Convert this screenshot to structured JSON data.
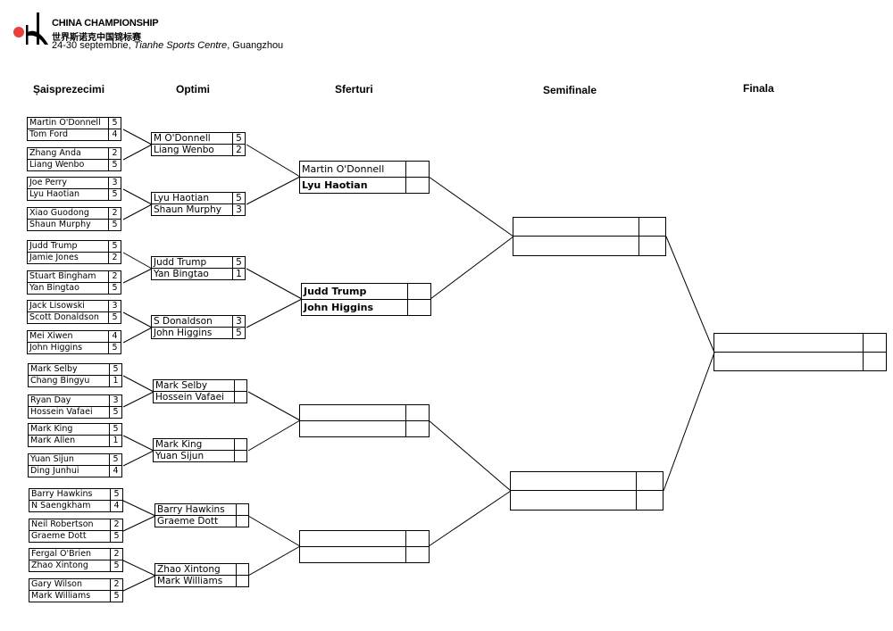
{
  "header": {
    "title": "CHINA CHAMPIONSHIP",
    "chinese": "世界斯诺克中国锦标赛",
    "dates": "24-30 septembrie, ",
    "venue": "Tianhe Sports Centre",
    "city": ", Guangzhou"
  },
  "rounds": {
    "r1": "Șaisprezecimi",
    "r2": "Optimi",
    "r3": "Sferturi",
    "r4": "Semifinale",
    "r5": "Finala"
  },
  "round1": [
    [
      {
        "name": "Martin O'Donnell",
        "score": "5"
      },
      {
        "name": "Tom Ford",
        "score": "4"
      }
    ],
    [
      {
        "name": "Zhang Anda",
        "score": "2"
      },
      {
        "name": "Liang Wenbo",
        "score": "5"
      }
    ],
    [
      {
        "name": "Joe Perry",
        "score": "3"
      },
      {
        "name": "Lyu Haotian",
        "score": "5"
      }
    ],
    [
      {
        "name": "Xiao Guodong",
        "score": "2"
      },
      {
        "name": "Shaun Murphy",
        "score": "5"
      }
    ],
    [
      {
        "name": "Judd Trump",
        "score": "5"
      },
      {
        "name": "Jamie Jones",
        "score": "2"
      }
    ],
    [
      {
        "name": "Stuart Bingham",
        "score": "2"
      },
      {
        "name": "Yan Bingtao",
        "score": "5"
      }
    ],
    [
      {
        "name": "Jack Lisowski",
        "score": "3"
      },
      {
        "name": "Scott Donaldson",
        "score": "5"
      }
    ],
    [
      {
        "name": "Mei Xiwen",
        "score": "4"
      },
      {
        "name": "John Higgins",
        "score": "5"
      }
    ],
    [
      {
        "name": "Mark Selby",
        "score": "5"
      },
      {
        "name": "Chang Bingyu",
        "score": "1"
      }
    ],
    [
      {
        "name": "Ryan Day",
        "score": "3"
      },
      {
        "name": "Hossein Vafaei",
        "score": "5"
      }
    ],
    [
      {
        "name": "Mark King",
        "score": "5"
      },
      {
        "name": "Mark Allen",
        "score": "1"
      }
    ],
    [
      {
        "name": "Yuan Sijun",
        "score": "5"
      },
      {
        "name": "Ding Junhui",
        "score": "4"
      }
    ],
    [
      {
        "name": "Barry Hawkins",
        "score": "5"
      },
      {
        "name": "N Saengkham",
        "score": "4"
      }
    ],
    [
      {
        "name": "Neil Robertson",
        "score": "2"
      },
      {
        "name": "Graeme Dott",
        "score": "5"
      }
    ],
    [
      {
        "name": "Fergal O'Brien",
        "score": "2"
      },
      {
        "name": "Zhao Xintong",
        "score": "5"
      }
    ],
    [
      {
        "name": "Gary Wilson",
        "score": "2"
      },
      {
        "name": "Mark Williams",
        "score": "5"
      }
    ]
  ],
  "round2": [
    [
      {
        "name": "M O'Donnell",
        "score": "5"
      },
      {
        "name": "Liang Wenbo",
        "score": "2"
      }
    ],
    [
      {
        "name": "Lyu Haotian",
        "score": "5"
      },
      {
        "name": "Shaun Murphy",
        "score": "3"
      }
    ],
    [
      {
        "name": "Judd Trump",
        "score": "5"
      },
      {
        "name": "Yan Bingtao",
        "score": "1"
      }
    ],
    [
      {
        "name": "S Donaldson",
        "score": "3"
      },
      {
        "name": "John Higgins",
        "score": "5"
      }
    ],
    [
      {
        "name": "Mark Selby",
        "score": ""
      },
      {
        "name": "Hossein Vafaei",
        "score": ""
      }
    ],
    [
      {
        "name": "Mark King",
        "score": ""
      },
      {
        "name": "Yuan Sijun",
        "score": ""
      }
    ],
    [
      {
        "name": "Barry Hawkins",
        "score": ""
      },
      {
        "name": "Graeme Dott",
        "score": ""
      }
    ],
    [
      {
        "name": "Zhao Xintong",
        "score": ""
      },
      {
        "name": "Mark Williams",
        "score": ""
      }
    ]
  ],
  "round3": [
    [
      {
        "name": "Martin O'Donnell",
        "score": ""
      },
      {
        "name": "Lyu Haotian",
        "score": ""
      }
    ],
    [
      {
        "name": "Judd Trump",
        "score": ""
      },
      {
        "name": "John Higgins",
        "score": ""
      }
    ],
    [
      {
        "name": "",
        "score": ""
      },
      {
        "name": "",
        "score": ""
      }
    ],
    [
      {
        "name": "",
        "score": ""
      },
      {
        "name": "",
        "score": ""
      }
    ]
  ],
  "round4": [
    [
      {
        "name": "",
        "score": ""
      },
      {
        "name": "",
        "score": ""
      }
    ],
    [
      {
        "name": "",
        "score": ""
      },
      {
        "name": "",
        "score": ""
      }
    ]
  ],
  "round5": [
    [
      {
        "name": "",
        "score": ""
      },
      {
        "name": "",
        "score": ""
      }
    ]
  ]
}
